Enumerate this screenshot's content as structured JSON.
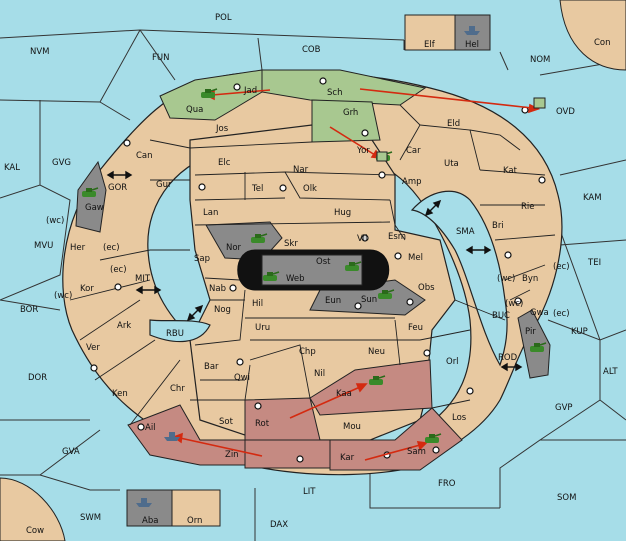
{
  "colors": {
    "sea": "#a6dde8",
    "land": "#e8c9a1",
    "highlight": "#a8c890",
    "danger": "#c58a82",
    "neutral": "#8a8a8a",
    "border": "#222222",
    "arrow": "#d42a10",
    "army": "#3a8a2a",
    "fleet": "#4f6c8c"
  },
  "sea_zones": {
    "pol": "POL",
    "nvm": "NVM",
    "fun": "FUN",
    "cob": "COB",
    "nom": "NOM",
    "con": "Con",
    "kal": "KAL",
    "gvg": "GVG",
    "gor": "GOR",
    "mvu": "MVU",
    "mit": "MIT",
    "bor": "BOR",
    "rbu": "RBU",
    "dor": "DOR",
    "gva": "GVA",
    "swm": "SWM",
    "cow": "Cow",
    "lit": "LIT",
    "dax": "DAX",
    "fro": "FRO",
    "som": "SOM",
    "gvp": "GVP",
    "alt": "ALT",
    "rod": "ROD",
    "buc": "BUC",
    "kup": "KUP",
    "tei": "TEI",
    "kam": "KAM",
    "sma": "SMA",
    "ovd": "OVD"
  },
  "provinces": {
    "jad": "Jad",
    "qua": "Qua",
    "sch": "Sch",
    "grh": "Grh",
    "jos": "Jos",
    "can": "Can",
    "elc": "Elc",
    "nar": "Nar",
    "yor": "Yor",
    "car": "Car",
    "eld": "Eld",
    "uta": "Uta",
    "kat": "Kat",
    "amp": "Amp",
    "tel": "Tel",
    "olk": "Olk",
    "gur": "Gur",
    "lan": "Lan",
    "hug": "Hug",
    "gaw": "Gaw",
    "rie": "Rie",
    "bri": "Bri",
    "esm": "Esm",
    "vil": "Vil",
    "nor": "Nor",
    "skr": "Skr",
    "ost": "Ost",
    "web": "Web",
    "sap": "Sap",
    "her": "Her",
    "mel": "Mel",
    "byn": "Byn",
    "obs": "Obs",
    "kor": "Kor",
    "nab": "Nab",
    "eun": "Eun",
    "sun": "Sun",
    "gwa": "Gwa",
    "hil": "Hil",
    "nog": "Nog",
    "ark": "Ark",
    "uru": "Uru",
    "feu": "Feu",
    "pir": "Pir",
    "ver": "Ver",
    "chp": "Chp",
    "neu": "Neu",
    "bar": "Bar",
    "qwi": "Qwi",
    "nil": "Nil",
    "orl": "Orl",
    "ken": "Ken",
    "chr": "Chr",
    "kaa": "Kaa",
    "ail": "Ail",
    "sot": "Sot",
    "rot": "Rot",
    "mou": "Mou",
    "los": "Los",
    "zin": "Zin",
    "kar": "Kar",
    "sam": "Sam",
    "elf": "Elf",
    "hel": "Hel",
    "aba": "Aba",
    "orn": "Orn"
  },
  "coast_tags": {
    "wc_her": "(wc)",
    "ec_her": "(ec)",
    "ec_kor": "(ec)",
    "wc_kor": "(wc)",
    "wc_byn": "(wc)",
    "ec_byn": "(ec)",
    "wc_gwa": "(wc)",
    "ec_gwa": "(ec)"
  }
}
